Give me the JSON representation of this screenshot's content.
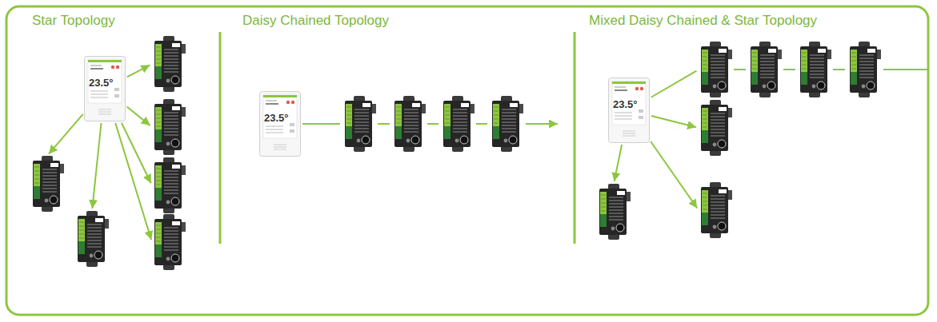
{
  "diagram": {
    "nodes": [
      {
        "text": [
          "23.5°"
        ]
      },
      {
        "text": []
      },
      {
        "text": []
      },
      {
        "text": []
      },
      {
        "text": []
      },
      {
        "text": []
      },
      {
        "text": []
      },
      {
        "text": [
          "23.5°"
        ]
      },
      {
        "text": []
      },
      {
        "text": []
      },
      {
        "text": []
      },
      {
        "text": []
      },
      {
        "text": [
          "23.5°"
        ]
      },
      {
        "text": []
      },
      {
        "text": []
      },
      {
        "text": []
      },
      {
        "text": []
      },
      {
        "text": []
      },
      {
        "text": []
      },
      {
        "text": []
      }
    ],
    "edges": [
      {
        "from": 0,
        "to": 1,
        "arrow": "to"
      },
      {
        "from": 0,
        "to": 2,
        "arrow": "to"
      },
      {
        "from": 0,
        "to": 3,
        "arrow": "to"
      },
      {
        "from": 0,
        "to": 4,
        "arrow": "to"
      },
      {
        "from": 0,
        "to": 5,
        "arrow": "to"
      },
      {
        "from": 0,
        "to": 6,
        "arrow": "to"
      },
      {
        "from": 7,
        "to": 8,
        "arrow": "none"
      },
      {
        "from": 8,
        "to": 9,
        "arrow": "none"
      },
      {
        "from": 9,
        "to": 10,
        "arrow": "none"
      },
      {
        "from": 10,
        "to": 11,
        "arrow": "none"
      },
      {
        "from": 12,
        "to": 13,
        "arrow": "none"
      },
      {
        "from": 13,
        "to": 14,
        "arrow": "none"
      },
      {
        "from": 14,
        "to": 15,
        "arrow": "none"
      },
      {
        "from": 15,
        "to": 16,
        "arrow": "none"
      },
      {
        "from": 12,
        "to": 17,
        "arrow": "to"
      },
      {
        "from": 12,
        "to": 18,
        "arrow": "to"
      },
      {
        "from": 12,
        "to": 19,
        "arrow": "to"
      }
    ],
    "labels": [
      "Star Topology",
      "Daisy Chained Topology",
      "Mixed Daisy Chained & Star Topology"
    ]
  }
}
